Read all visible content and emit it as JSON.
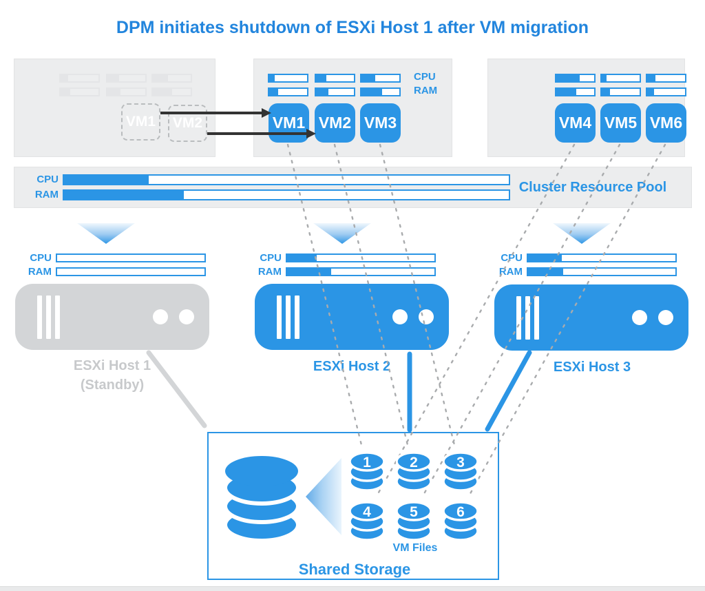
{
  "title": "DPM initiates shutdown of ESXi Host 1 after VM migration",
  "panels": {
    "source": {
      "ghost_vms": [
        "VM1",
        "VM2"
      ]
    },
    "middle": {
      "cpu_label": "CPU",
      "ram_label": "RAM",
      "vms": [
        {
          "name": "VM1",
          "cpu_pct": 15,
          "ram_pct": 24
        },
        {
          "name": "VM2",
          "cpu_pct": 27,
          "ram_pct": 33
        },
        {
          "name": "VM3",
          "cpu_pct": 37,
          "ram_pct": 54
        }
      ]
    },
    "right": {
      "vms": [
        {
          "name": "VM4",
          "cpu_pct": 61,
          "ram_pct": 52
        },
        {
          "name": "VM5",
          "cpu_pct": 12,
          "ram_pct": 21
        },
        {
          "name": "VM6",
          "cpu_pct": 22,
          "ram_pct": 19
        }
      ]
    }
  },
  "cluster_pool": {
    "title": "Cluster Resource Pool",
    "cpu_label": "CPU",
    "ram_label": "RAM",
    "cpu_used_pct": 19,
    "ram_used_pct": 27
  },
  "hosts": [
    {
      "name": "ESXi Host 1",
      "status": "(Standby)",
      "cpu_label": "CPU",
      "ram_label": "RAM",
      "cpu_used_pct": 0,
      "ram_used_pct": 0
    },
    {
      "name": "ESXi Host 2",
      "cpu_label": "CPU",
      "ram_label": "RAM",
      "cpu_used_pct": 20,
      "ram_used_pct": 30
    },
    {
      "name": "ESXi Host 3",
      "cpu_label": "CPU",
      "ram_label": "RAM",
      "cpu_used_pct": 23,
      "ram_used_pct": 24
    }
  ],
  "storage": {
    "title": "Shared Storage",
    "files_label": "VM Files",
    "files": [
      "1",
      "2",
      "3",
      "4",
      "5",
      "6"
    ]
  },
  "colors": {
    "primary": "#2b95e5",
    "title": "#2285dd",
    "standby_gray": "#d3d5d7",
    "panel_gray": "#ecedee",
    "dashed_gray": "#a9abad",
    "arrow_black": "#333333"
  }
}
